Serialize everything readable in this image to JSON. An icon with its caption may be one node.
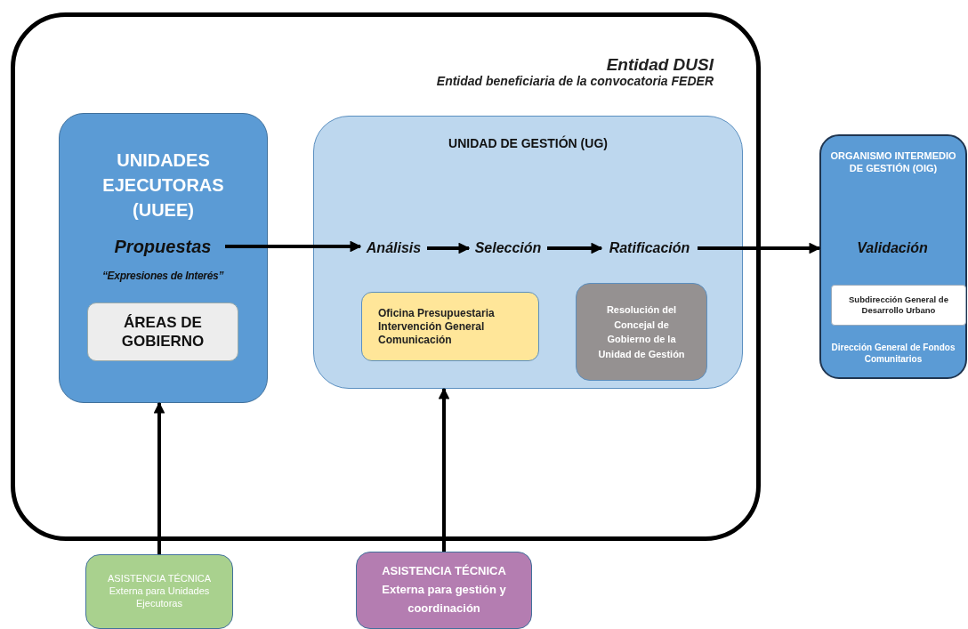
{
  "diagram": {
    "nodes": [
      {
        "text": [
          "Entidad DUSI",
          "Entidad beneficiaria de la convocatoria FEDER"
        ]
      },
      {
        "text": [
          "UNIDADES EJECUTORAS (UUEE)"
        ],
        "in": 0
      },
      {
        "text": [
          "Propuestas"
        ],
        "in": 1,
        "beside": [
          "“Expresiones de Interés”"
        ]
      },
      {
        "text": [
          "ÁREAS DE GOBIERNO"
        ],
        "in": 1
      },
      {
        "text": [
          "UNIDAD DE GESTIÓN (UG)"
        ],
        "in": 0
      },
      {
        "text": [
          "Análisis"
        ],
        "in": 4
      },
      {
        "text": [
          "Selección"
        ],
        "in": 4
      },
      {
        "text": [
          "Ratificación"
        ],
        "in": 4
      },
      {
        "text": [
          "Oficina Presupuestaria Intervención General Comunicación"
        ],
        "in": 4
      },
      {
        "text": [
          "Resolución del Concejal de Gobierno de la Unidad de Gestión"
        ],
        "in": 4
      },
      {
        "text": [
          "ORGANISMO INTERMEDIO DE GESTIÓN (OIG)",
          "Dirección General de Fondos Comunitarios"
        ]
      },
      {
        "text": [
          "Validación"
        ],
        "in": 10
      },
      {
        "text": [
          "Subdirección General de Desarrollo Urbano"
        ],
        "in": 10
      },
      {
        "text": [
          "ASISTENCIA TÉCNICA Externa para Unidades Ejecutoras"
        ]
      },
      {
        "text": [
          "ASISTENCIA TÉCNICA Externa para gestión y coordinación"
        ]
      }
    ],
    "edges": [
      {
        "from": 2,
        "to": 5,
        "arrow": "to"
      },
      {
        "from": 5,
        "to": 6,
        "arrow": "to"
      },
      {
        "from": 6,
        "to": 7,
        "arrow": "to"
      },
      {
        "from": 7,
        "to": 10,
        "arrow": "to"
      },
      {
        "from": 13,
        "to": 1,
        "arrow": "to"
      },
      {
        "from": 14,
        "to": 4,
        "arrow": "to"
      }
    ]
  }
}
